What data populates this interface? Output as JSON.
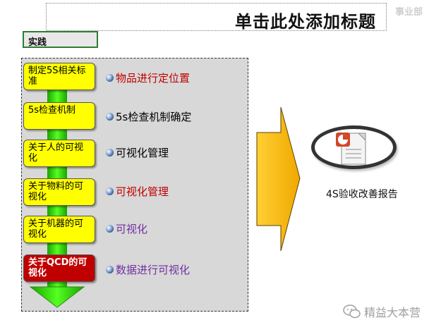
{
  "header": {
    "title": "单击此处添加标题",
    "watermark": "事业部"
  },
  "tag": {
    "label": "实践"
  },
  "steps": [
    {
      "label": "制定5S相关标准",
      "bullet": "物品进行定位置",
      "bullet_color": "#c00000"
    },
    {
      "label": "5s检查机制",
      "bullet": "5s检查机制确定",
      "bullet_color": "#000000"
    },
    {
      "label": "关于人的可视化",
      "bullet": "可视化管理",
      "bullet_color": "#000000"
    },
    {
      "label": "关于物料的可视化",
      "bullet": "可视化管理",
      "bullet_color": "#c00000"
    },
    {
      "label": "关于机器的可视化",
      "bullet": "可视化",
      "bullet_color": "#7030a0"
    },
    {
      "label": "关于QCD的可视化",
      "bullet": "数据进行可视化",
      "bullet_color": "#7030a0"
    }
  ],
  "result": {
    "label": "4S验收改善报告",
    "icon": "powerpoint-document-icon"
  },
  "footer": {
    "wechat_account": "精益大本营",
    "icon": "wechat-icon"
  },
  "colors": {
    "green_arrow": "#33dd11",
    "orange_arrow": "#ffbb00",
    "step_yellow": "#ffff00",
    "step_red": "#c00000"
  }
}
